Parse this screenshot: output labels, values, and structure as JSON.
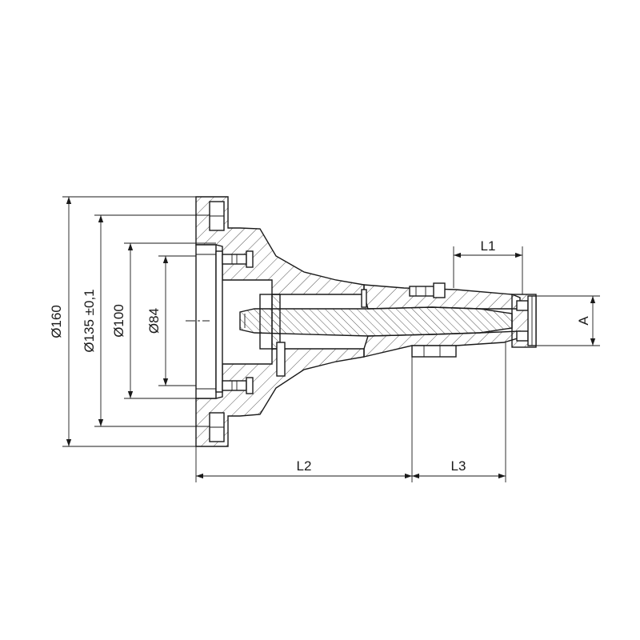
{
  "diagram": {
    "dimensions": {
      "d160": "Ø160",
      "d135": "Ø135  ±0,1",
      "d100": "Ø100",
      "d84": "Ø84",
      "l1": "L1",
      "l2": "L2",
      "l3": "L3",
      "a": "A"
    },
    "colors": {
      "line": "#1a1a1a",
      "hatch": "#555555",
      "background": "#ffffff"
    }
  }
}
